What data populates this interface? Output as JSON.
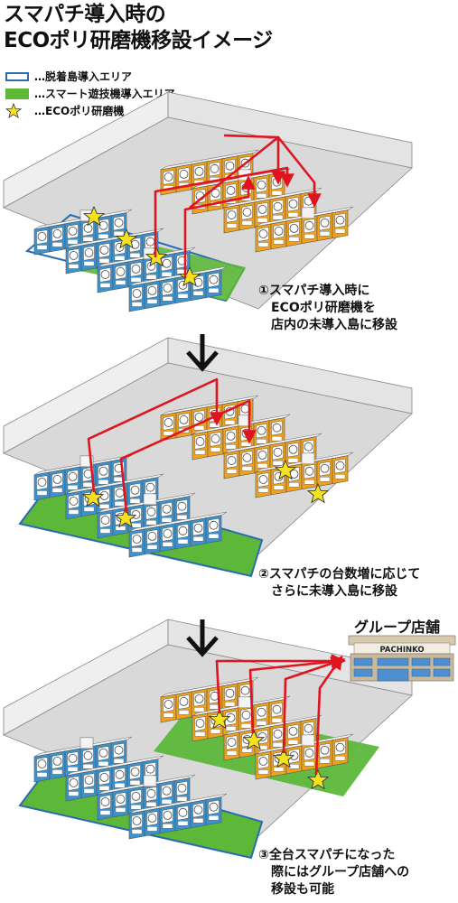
{
  "title_line1": "スマパチ導入時の",
  "title_line2": "ECOポリ研磨機移設イメージ",
  "legend": [
    {
      "icon": "blue-outline-swatch",
      "label": "…脱着島導入エリア"
    },
    {
      "icon": "green-area-swatch",
      "label": "…スマート遊技機導入エリア"
    },
    {
      "icon": "star-icon",
      "label": "…ECOポリ研磨機"
    }
  ],
  "steps": [
    {
      "lines": [
        "①スマパチ導入時に",
        "　ECOポリ研磨機を",
        "　店内の未導入島に移設"
      ]
    },
    {
      "lines": [
        "②スマパチの台数増に応じて",
        "　さらに未導入島に移設"
      ]
    },
    {
      "lines": [
        "③全台スマパチになった",
        "　際にはグループ店舗への",
        "　移設も可能"
      ]
    }
  ],
  "store": {
    "title": "グループ店舗",
    "sign": "PACHINKO"
  },
  "colors": {
    "route": "#e0141e",
    "green": "#5db83a",
    "blue": "#2a6bb0",
    "orange": "#f0a21c",
    "cyan": "#3a93d1",
    "star": "#f5e11f"
  }
}
